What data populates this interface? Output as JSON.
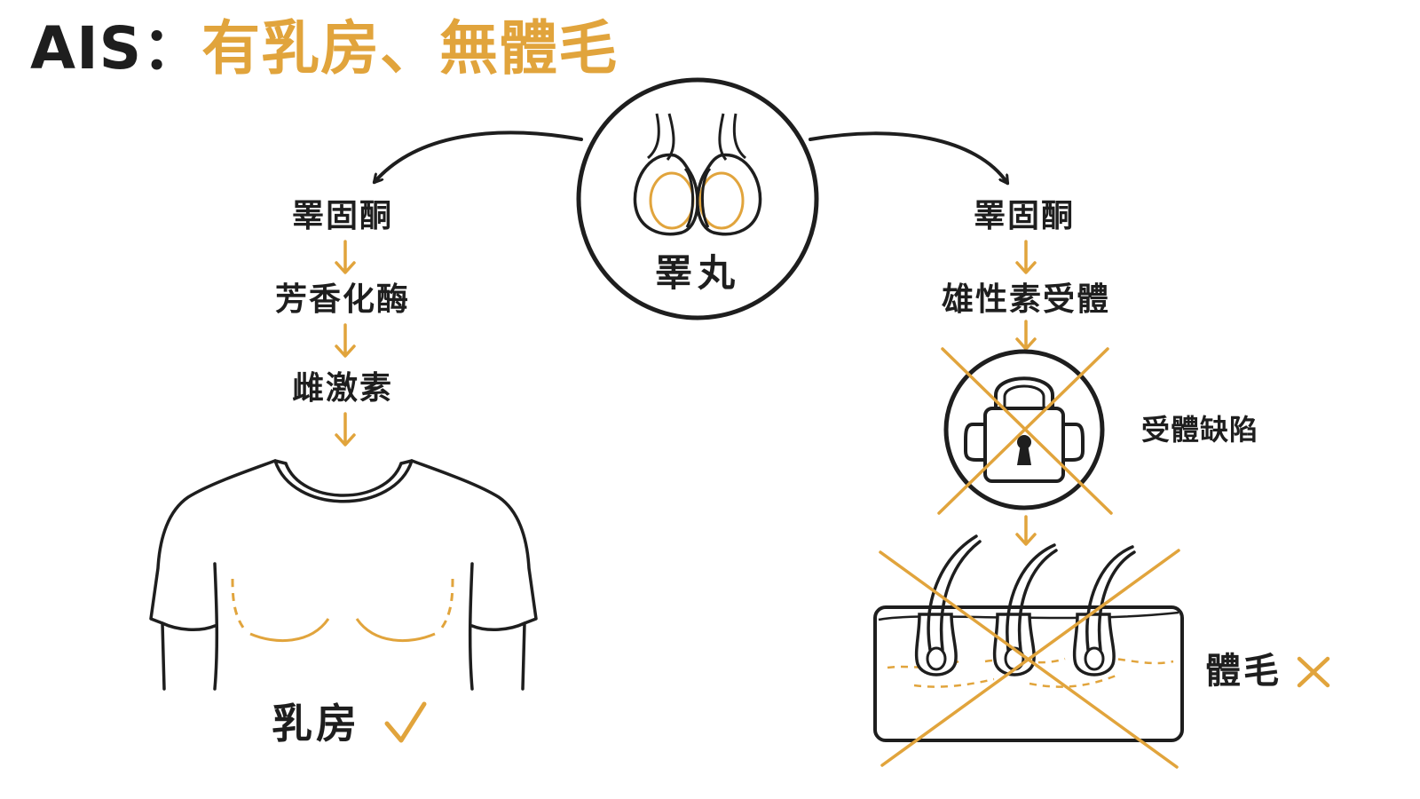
{
  "title": {
    "prefix": "AIS：",
    "highlight": "有乳房、無體毛"
  },
  "center": {
    "label": "睪丸"
  },
  "left_chain": {
    "step1": "睪固酮",
    "step2": "芳香化酶",
    "step3": "雌激素",
    "result": "乳房",
    "result_mark": "✓"
  },
  "right_chain": {
    "step1": "睪固酮",
    "step2": "雄性素受體",
    "defect_label": "受體缺陷",
    "result": "體毛",
    "result_mark": "✕"
  },
  "colors": {
    "accent": "#e1a43c",
    "ink": "#1e1e1e",
    "background": "#ffffff"
  },
  "icons": [
    "testes-icon",
    "lock-icon",
    "t-shirt-torso-icon",
    "hair-follicle-skin-icon",
    "check-icon",
    "cross-icon"
  ]
}
